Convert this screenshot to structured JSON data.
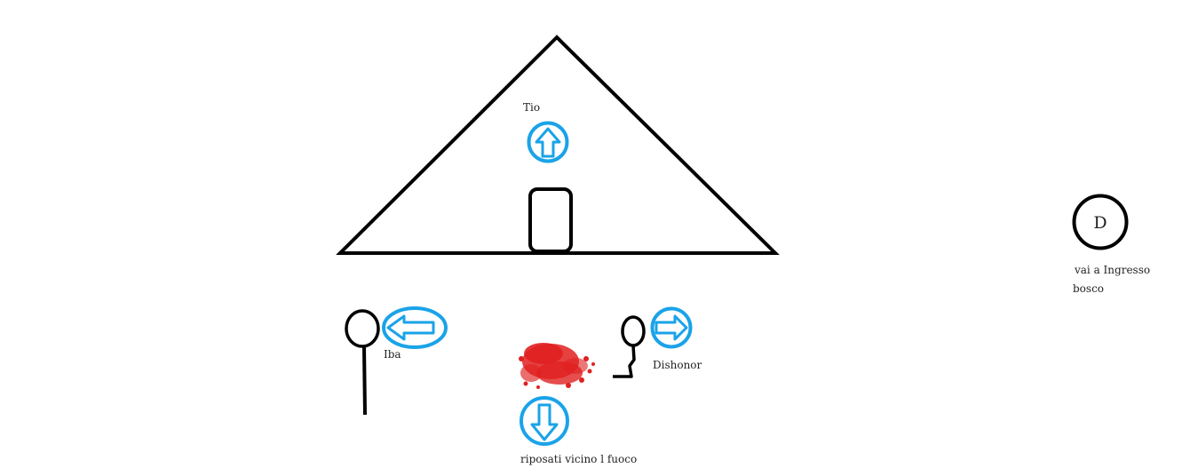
{
  "scene": {
    "colors": {
      "ink": "#000000",
      "arrow_blue": "#1aa3e8",
      "fire_red": "#e02020",
      "background": "#ffffff"
    }
  },
  "labels": {
    "tio": "Tio",
    "iba": "Iba",
    "dishonor": "Dishonor",
    "rest": "riposati vicino l fuoco",
    "exit_line1": "vai a Ingresso",
    "exit_line2": "bosco"
  },
  "exit_marker": {
    "letter": "D",
    "icon": "exit-circle-icon"
  },
  "arrows": {
    "up": "arrow-up-icon",
    "left": "arrow-left-icon",
    "right": "arrow-right-icon",
    "down": "arrow-down-icon"
  }
}
